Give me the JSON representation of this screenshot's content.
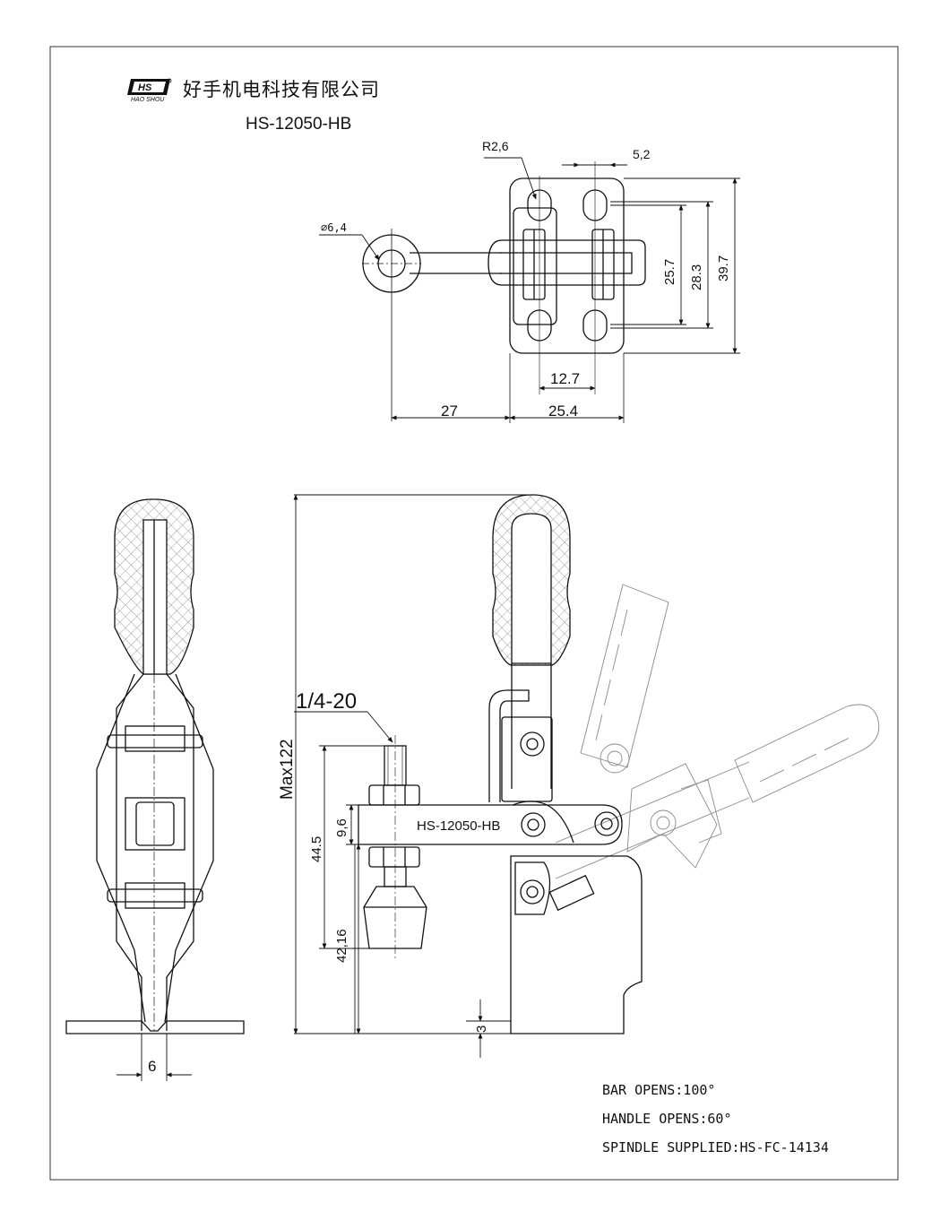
{
  "title_block": {
    "logo_text": "HS",
    "logo_subtext": "HAO SHOU",
    "company_name": "好手机电科技有限公司",
    "model": "HS-12050-HB"
  },
  "top_view": {
    "dims": {
      "r": "R2,6",
      "w52": "5,2",
      "d64": "∅6,4",
      "v257": "25.7",
      "v283": "28.3",
      "v397": "39.7",
      "h127": "12.7",
      "h27": "27",
      "h254": "25.4"
    }
  },
  "side_view": {
    "dims": {
      "six": "6"
    }
  },
  "front_view": {
    "thread": "1/4-20",
    "max_height": "Max122",
    "d445": "44.5",
    "d96": "9,6",
    "d4216": "42,16",
    "d3": "3",
    "arm_label": "HS-12050-HB"
  },
  "notes": [
    "BAR OPENS:100°",
    "HANDLE OPENS:60°",
    "SPINDLE SUPPLIED:HS-FC-14134"
  ]
}
